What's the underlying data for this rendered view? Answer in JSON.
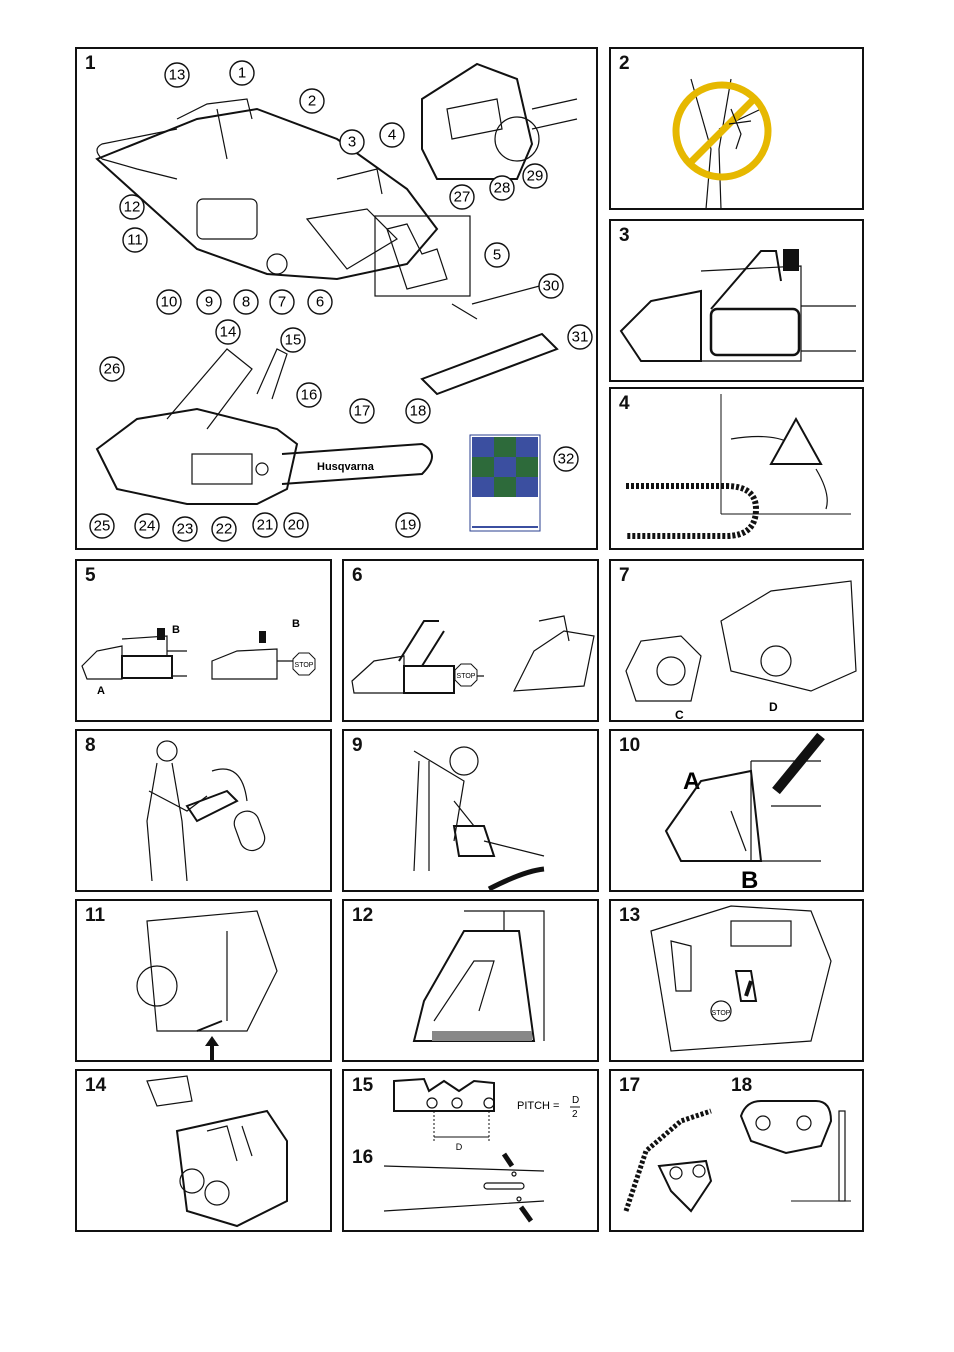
{
  "panels": [
    {
      "id": "1",
      "num": "1"
    },
    {
      "id": "2",
      "num": "2"
    },
    {
      "id": "3",
      "num": "3"
    },
    {
      "id": "4",
      "num": "4"
    },
    {
      "id": "5",
      "num": "5"
    },
    {
      "id": "6",
      "num": "6"
    },
    {
      "id": "7",
      "num": "7"
    },
    {
      "id": "8",
      "num": "8"
    },
    {
      "id": "9",
      "num": "9"
    },
    {
      "id": "10",
      "num": "10"
    },
    {
      "id": "11",
      "num": "11"
    },
    {
      "id": "12",
      "num": "12"
    },
    {
      "id": "13",
      "num": "13"
    },
    {
      "id": "14",
      "num": "14"
    },
    {
      "id": "15",
      "num": "15"
    },
    {
      "id": "16",
      "num": "16"
    },
    {
      "id": "17",
      "num": "17"
    },
    {
      "id": "18",
      "num": "18"
    }
  ],
  "panel1": {
    "callouts": [
      "13",
      "1",
      "2",
      "3",
      "4",
      "12",
      "11",
      "5",
      "10",
      "9",
      "8",
      "7",
      "6",
      "27",
      "28",
      "29",
      "30",
      "14",
      "15",
      "26",
      "16",
      "17",
      "18",
      "31",
      "32",
      "25",
      "24",
      "23",
      "22",
      "21",
      "20",
      "19"
    ],
    "brand": "Husqvarna"
  },
  "panel5": {
    "label_b1": "B",
    "label_a": "A",
    "label_b2": "B",
    "stop": "STOP"
  },
  "panel6": {
    "stop": "STOP"
  },
  "panel7": {
    "label_c": "C",
    "label_d": "D"
  },
  "panel10": {
    "label_a": "A",
    "label_b": "B"
  },
  "panel13": {
    "stop": "STOP"
  },
  "panel15": {
    "pitch": "PITCH = ",
    "pitch_num": "D",
    "pitch_den": "2",
    "d_label": "D"
  }
}
